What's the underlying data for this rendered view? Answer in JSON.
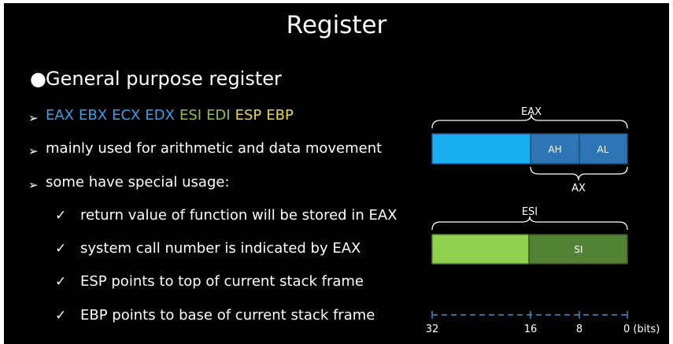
{
  "title": "Register",
  "heading": "General purpose register",
  "bullet_symbol": "●",
  "arrow_symbol": "➢",
  "check_symbol": "✓",
  "registers": [
    {
      "name": "EAX",
      "color": "#3aa0e8"
    },
    {
      "name": "EBX",
      "color": "#3aa0e8"
    },
    {
      "name": "ECX",
      "color": "#3aa0e8"
    },
    {
      "name": "EDX",
      "color": "#3aa0e8"
    },
    {
      "name": "ESI",
      "color": "#8bc34a"
    },
    {
      "name": "EDI",
      "color": "#8bc34a"
    },
    {
      "name": "ESP",
      "color": "#e8d84a"
    },
    {
      "name": "EBP",
      "color": "#e8d84a"
    }
  ],
  "points": [
    "mainly used for arithmetic and data movement",
    "some have special usage:"
  ],
  "subpoints": [
    "return value of function will be stored in EAX",
    "system call number is indicated by EAX",
    "ESP points to top of current stack frame",
    "EBP points to base of current stack frame"
  ],
  "diagram": {
    "eax_label": "EAX",
    "ax_label": "AX",
    "ah_label": "AH",
    "al_label": "AL",
    "esi_label": "ESI",
    "si_label": "SI",
    "scale_ticks": [
      "32",
      "16",
      "8",
      "0 (bits)"
    ],
    "colors": {
      "eax_upper": "#1ab0f0",
      "ax_block": "#2e75b6",
      "esi_upper": "#92d050",
      "si_block": "#548235"
    }
  }
}
